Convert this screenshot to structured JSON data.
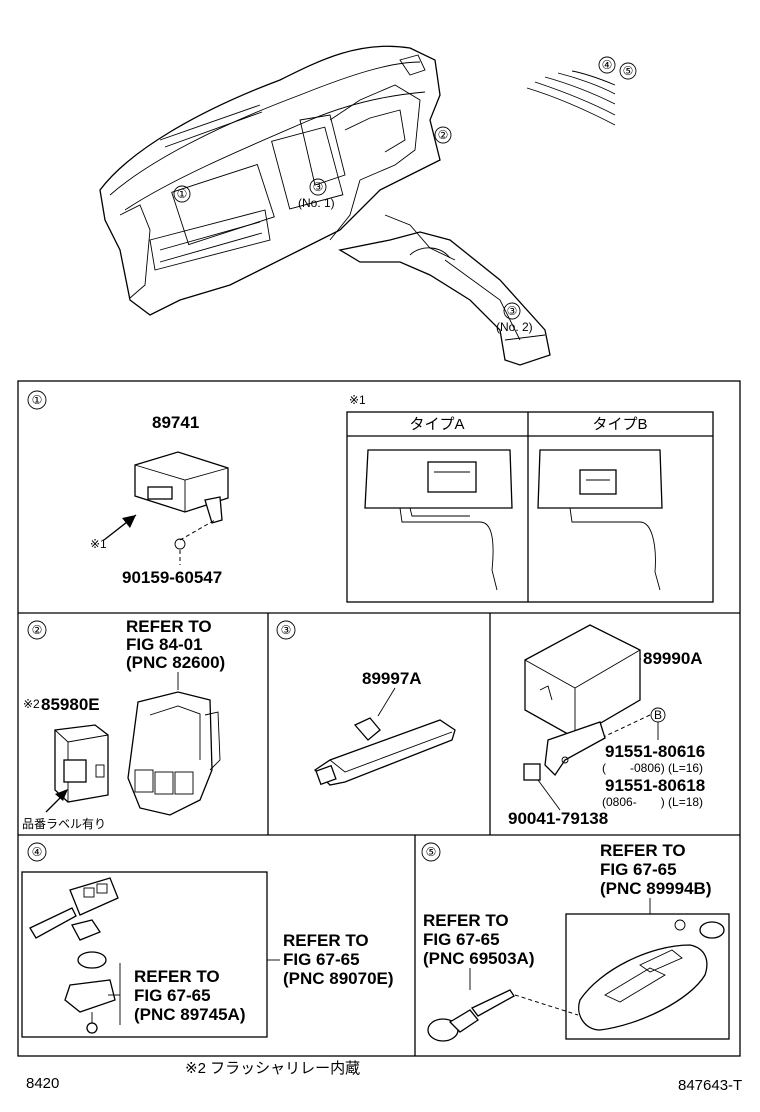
{
  "top": {
    "callouts": [
      "①",
      "②",
      "③",
      "(No. 1)",
      "③",
      "(No. 2)",
      "④",
      "⑤"
    ]
  },
  "panel1": {
    "num": "①",
    "part": "89741",
    "bolt": "90159-60547",
    "note_mark": "※1",
    "inset_mark": "※1",
    "type_a": "タイプA",
    "type_b": "タイプB"
  },
  "panel2": {
    "num": "②",
    "refer": [
      "REFER TO",
      "FIG 84-01",
      "(PNC 82600)"
    ],
    "part": "85980E",
    "mark": "※2",
    "label_note": "品番ラベル有り"
  },
  "panel3": {
    "num": "③",
    "part": "89997A"
  },
  "panel3b": {
    "part": "89990A",
    "marker": "B",
    "bolt1": "91551-80616",
    "bolt1_note": "(　　-0806) (L=16)",
    "bolt2": "91551-80618",
    "bolt2_note": "(0806-　　) (L=18)",
    "bracket": "90041-79138"
  },
  "panel4": {
    "num": "④",
    "refer_inner": [
      "REFER TO",
      "FIG 67-65",
      "(PNC 89745A)"
    ],
    "refer_outer": [
      "REFER TO",
      "FIG 67-65",
      "(PNC 89070E)"
    ]
  },
  "panel5": {
    "num": "⑤",
    "refer_top": [
      "REFER TO",
      "FIG 67-65",
      "(PNC 89994B)"
    ],
    "refer_left": [
      "REFER TO",
      "FIG 67-65",
      "(PNC 69503A)"
    ]
  },
  "footer": {
    "note": "※2 フラッシャリレー内蔵",
    "left": "8420",
    "right": "847643-T"
  }
}
